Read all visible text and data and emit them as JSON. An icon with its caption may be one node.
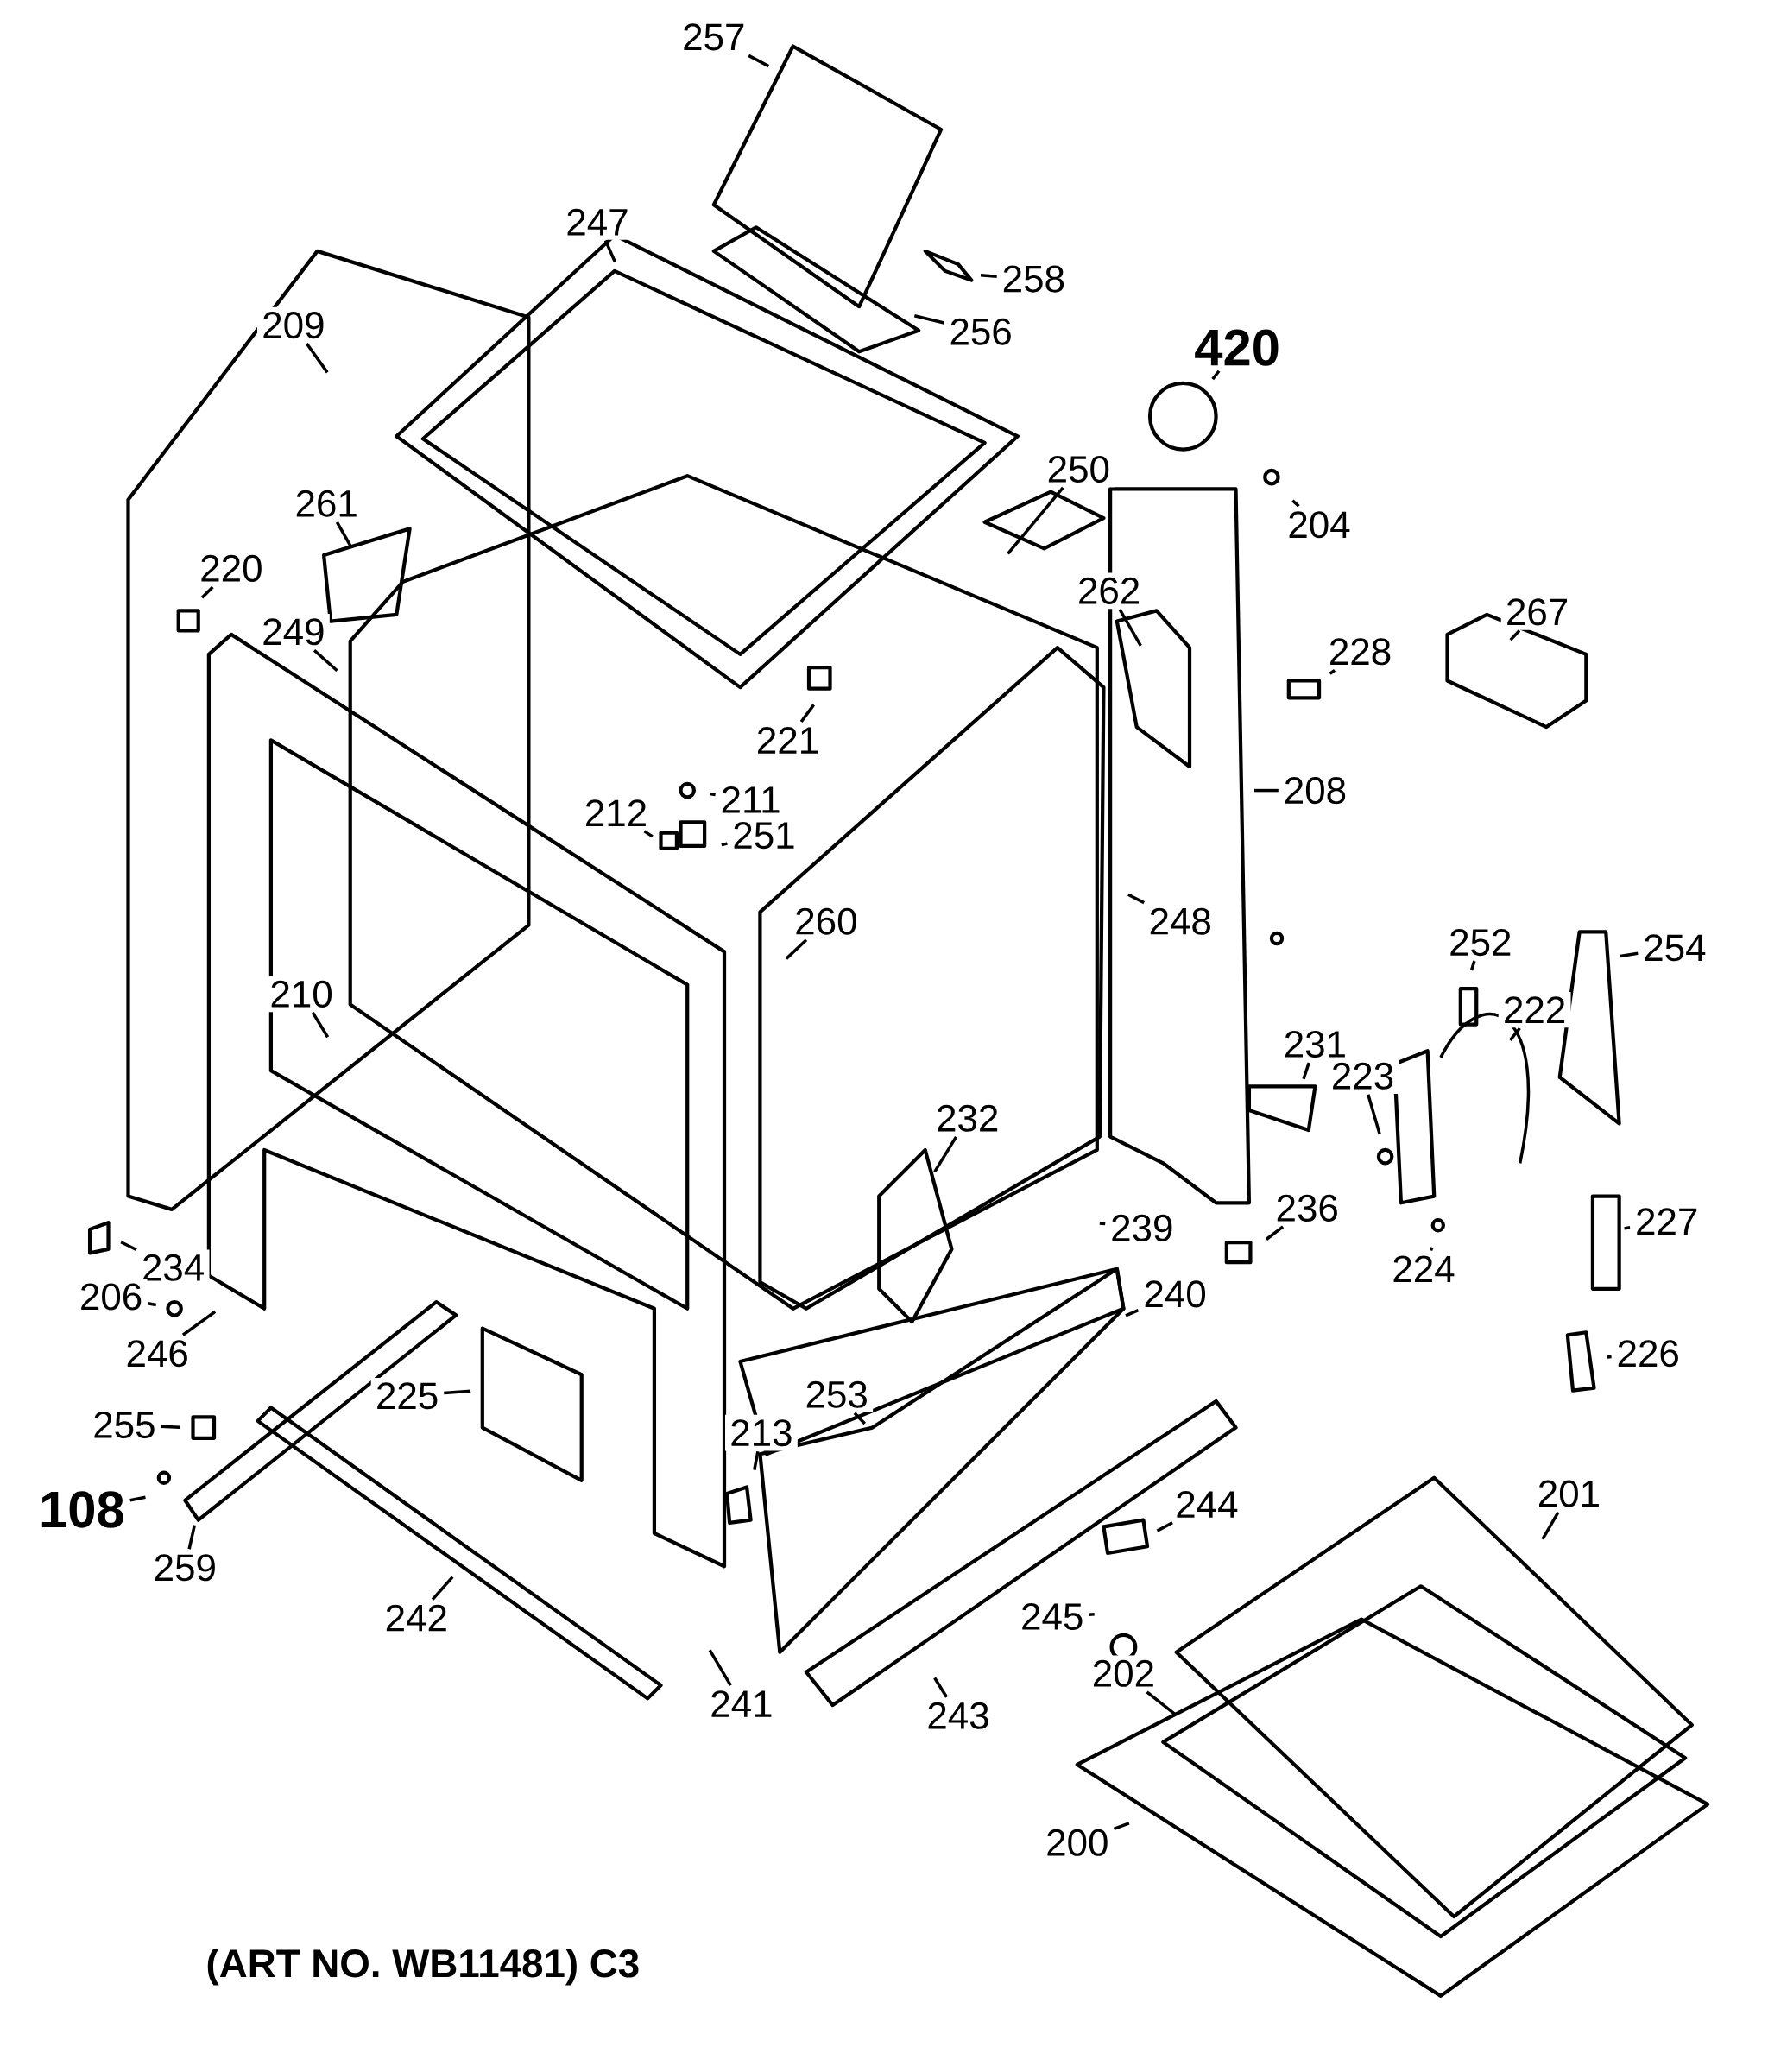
{
  "diagram": {
    "nodes": [
      {
        "text": [
          "257"
        ]
      },
      {
        "text": [
          "247"
        ]
      },
      {
        "text": [
          "258"
        ]
      },
      {
        "text": [
          "209"
        ]
      },
      {
        "text": [
          "256"
        ]
      },
      {
        "text": [
          "420"
        ]
      },
      {
        "text": [
          "250"
        ]
      },
      {
        "text": [
          "204"
        ]
      },
      {
        "text": [
          "261"
        ]
      },
      {
        "text": [
          "220"
        ]
      },
      {
        "text": [
          "262"
        ]
      },
      {
        "text": [
          "267"
        ]
      },
      {
        "text": [
          "228"
        ]
      },
      {
        "text": [
          "249"
        ]
      },
      {
        "text": [
          "221"
        ]
      },
      {
        "text": [
          "211"
        ]
      },
      {
        "text": [
          "208"
        ]
      },
      {
        "text": [
          "212"
        ]
      },
      {
        "text": [
          "251"
        ]
      },
      {
        "text": [
          "260"
        ]
      },
      {
        "text": [
          "248"
        ]
      },
      {
        "text": [
          "252"
        ]
      },
      {
        "text": [
          "254"
        ]
      },
      {
        "text": [
          "210"
        ]
      },
      {
        "text": [
          "222"
        ]
      },
      {
        "text": [
          "223"
        ]
      },
      {
        "text": [
          "231"
        ]
      },
      {
        "text": [
          "232"
        ]
      },
      {
        "text": [
          "236"
        ]
      },
      {
        "text": [
          "227"
        ]
      },
      {
        "text": [
          "239"
        ]
      },
      {
        "text": [
          "234"
        ]
      },
      {
        "text": [
          "224"
        ]
      },
      {
        "text": [
          "240"
        ]
      },
      {
        "text": [
          "206"
        ]
      },
      {
        "text": [
          "246"
        ]
      },
      {
        "text": [
          "226"
        ]
      },
      {
        "text": [
          "225"
        ]
      },
      {
        "text": [
          "253"
        ]
      },
      {
        "text": [
          "255"
        ]
      },
      {
        "text": [
          "213"
        ]
      },
      {
        "text": [
          "108"
        ]
      },
      {
        "text": [
          "244"
        ]
      },
      {
        "text": [
          "201"
        ]
      },
      {
        "text": [
          "259"
        ]
      },
      {
        "text": [
          "245"
        ]
      },
      {
        "text": [
          "242"
        ]
      },
      {
        "text": [
          "202"
        ]
      },
      {
        "text": [
          "241"
        ]
      },
      {
        "text": [
          "243"
        ]
      },
      {
        "text": [
          "200"
        ]
      }
    ],
    "edges": [
      {
        "from": 0,
        "to": null,
        "arrow": "none"
      },
      {
        "from": 1,
        "to": null,
        "arrow": "none"
      },
      {
        "from": 2,
        "to": null,
        "arrow": "none"
      },
      {
        "from": 3,
        "to": null,
        "arrow": "none"
      },
      {
        "from": 4,
        "to": null,
        "arrow": "none"
      },
      {
        "from": 5,
        "to": null,
        "arrow": "none"
      },
      {
        "from": 6,
        "to": null,
        "arrow": "none"
      },
      {
        "from": 7,
        "to": null,
        "arrow": "none"
      },
      {
        "from": 8,
        "to": null,
        "arrow": "none"
      },
      {
        "from": 9,
        "to": null,
        "arrow": "none"
      },
      {
        "from": 10,
        "to": null,
        "arrow": "none"
      },
      {
        "from": 11,
        "to": null,
        "arrow": "none"
      },
      {
        "from": 12,
        "to": null,
        "arrow": "none"
      },
      {
        "from": 13,
        "to": null,
        "arrow": "none"
      },
      {
        "from": 14,
        "to": null,
        "arrow": "none"
      },
      {
        "from": 15,
        "to": null,
        "arrow": "none"
      },
      {
        "from": 16,
        "to": null,
        "arrow": "none"
      },
      {
        "from": 17,
        "to": null,
        "arrow": "none"
      },
      {
        "from": 18,
        "to": null,
        "arrow": "none"
      },
      {
        "from": 19,
        "to": null,
        "arrow": "none"
      },
      {
        "from": 20,
        "to": null,
        "arrow": "none"
      },
      {
        "from": 21,
        "to": null,
        "arrow": "none"
      },
      {
        "from": 22,
        "to": null,
        "arrow": "none"
      },
      {
        "from": 23,
        "to": null,
        "arrow": "none"
      },
      {
        "from": 24,
        "to": null,
        "arrow": "none"
      },
      {
        "from": 25,
        "to": null,
        "arrow": "none"
      },
      {
        "from": 26,
        "to": null,
        "arrow": "none"
      },
      {
        "from": 27,
        "to": null,
        "arrow": "none"
      },
      {
        "from": 28,
        "to": null,
        "arrow": "none"
      },
      {
        "from": 29,
        "to": null,
        "arrow": "none"
      },
      {
        "from": 30,
        "to": null,
        "arrow": "none"
      },
      {
        "from": 31,
        "to": null,
        "arrow": "none"
      },
      {
        "from": 32,
        "to": null,
        "arrow": "none"
      },
      {
        "from": 33,
        "to": null,
        "arrow": "none"
      },
      {
        "from": 34,
        "to": null,
        "arrow": "none"
      },
      {
        "from": 35,
        "to": null,
        "arrow": "none"
      },
      {
        "from": 36,
        "to": null,
        "arrow": "none"
      },
      {
        "from": 37,
        "to": null,
        "arrow": "none"
      },
      {
        "from": 38,
        "to": null,
        "arrow": "none"
      },
      {
        "from": 39,
        "to": null,
        "arrow": "none"
      },
      {
        "from": 40,
        "to": null,
        "arrow": "none"
      },
      {
        "from": 41,
        "to": null,
        "arrow": "none"
      },
      {
        "from": 42,
        "to": null,
        "arrow": "none"
      },
      {
        "from": 43,
        "to": null,
        "arrow": "none"
      },
      {
        "from": 44,
        "to": null,
        "arrow": "none"
      },
      {
        "from": 45,
        "to": null,
        "arrow": "none"
      },
      {
        "from": 46,
        "to": null,
        "arrow": "none"
      },
      {
        "from": 47,
        "to": null,
        "arrow": "none"
      },
      {
        "from": 48,
        "to": null,
        "arrow": "none"
      },
      {
        "from": 49,
        "to": null,
        "arrow": "none"
      },
      {
        "from": 50,
        "to": null,
        "arrow": "none"
      }
    ],
    "labels": [
      "(ART NO. WB11481) C3"
    ]
  }
}
